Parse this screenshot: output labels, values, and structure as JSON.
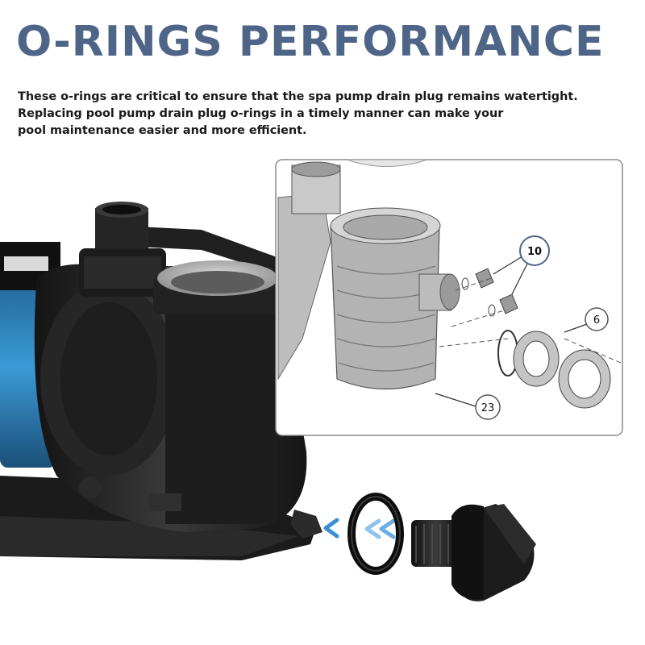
{
  "heading": "O-RINGS PERFORMANCE",
  "description": [
    "These o-rings are critical to ensure that the spa pump drain plug remains watertight.",
    "Replacing pool pump drain plug o-rings in a timely manner can make your",
    "pool maintenance easier and more efficient."
  ],
  "diagram": {
    "callouts": [
      "10",
      "6",
      "23"
    ]
  },
  "colors": {
    "heading": "#4f6588",
    "motor_blue": "#2e86c1",
    "pump_body": "#1f1f1f",
    "arrow_blue": "#3a8fd6"
  }
}
